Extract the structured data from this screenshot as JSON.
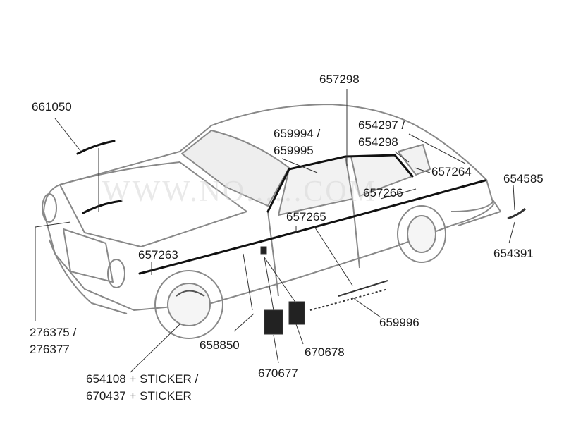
{
  "watermark": "WWW.NO......COM",
  "callouts": [
    {
      "id": "c1",
      "text": "657298"
    },
    {
      "id": "c2",
      "text": "661050"
    },
    {
      "id": "c3",
      "text": "659994 /"
    },
    {
      "id": "c3b",
      "text": "659995"
    },
    {
      "id": "c4",
      "text": "654297 /"
    },
    {
      "id": "c4b",
      "text": "654298"
    },
    {
      "id": "c5",
      "text": "657264"
    },
    {
      "id": "c6",
      "text": "654585"
    },
    {
      "id": "c7",
      "text": "657266"
    },
    {
      "id": "c8",
      "text": "657265"
    },
    {
      "id": "c9",
      "text": "657263"
    },
    {
      "id": "c10",
      "text": "654391"
    },
    {
      "id": "c11",
      "text": "276375 /"
    },
    {
      "id": "c11b",
      "text": "276377"
    },
    {
      "id": "c12",
      "text": "659996"
    },
    {
      "id": "c13",
      "text": "658850"
    },
    {
      "id": "c14",
      "text": "670678"
    },
    {
      "id": "c15",
      "text": "654108 + STICKER /"
    },
    {
      "id": "c15b",
      "text": "670437 + STICKER"
    },
    {
      "id": "c16",
      "text": "670677"
    }
  ]
}
